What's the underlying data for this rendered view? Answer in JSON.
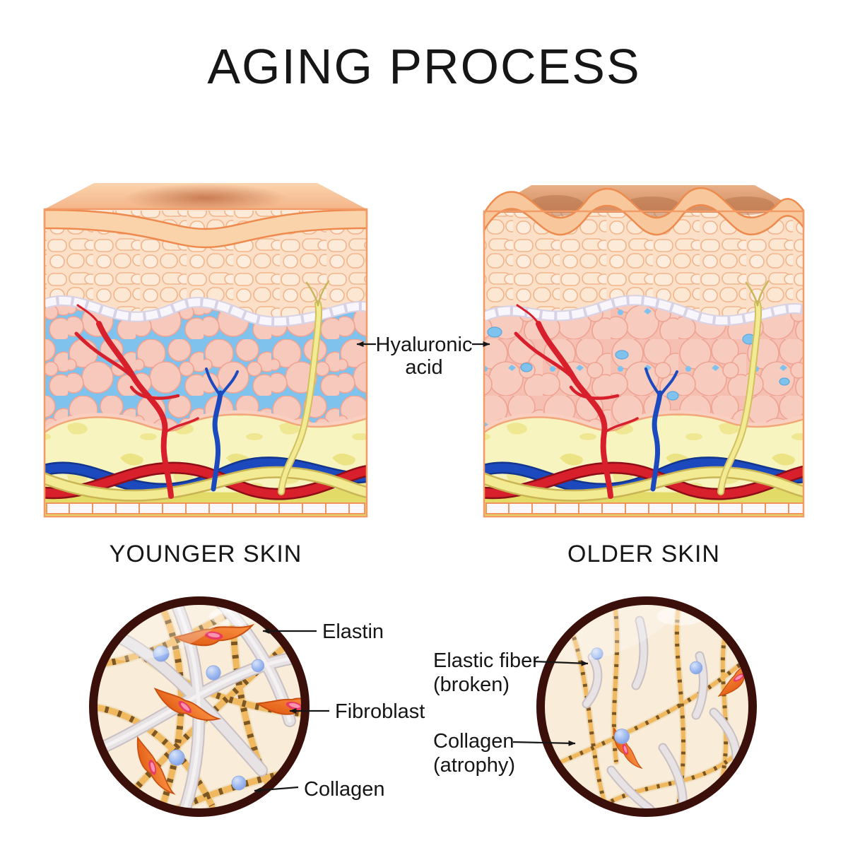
{
  "title": "AGING PROCESS",
  "panels": {
    "younger": {
      "label": "YOUNGER SKIN"
    },
    "older": {
      "label": "OLDER SKIN"
    }
  },
  "annotations": {
    "hyaluronic_acid": {
      "lines": [
        "Hyaluronic",
        "acid"
      ]
    },
    "elastin": {
      "label": "Elastin"
    },
    "fibroblast": {
      "label": "Fibroblast"
    },
    "collagen": {
      "label": "Collagen"
    },
    "elastic_fiber_broken": {
      "lines": [
        "Elastic fiber",
        "(broken)"
      ]
    },
    "collagen_atrophy": {
      "lines": [
        "Collagen",
        "(atrophy)"
      ]
    }
  },
  "colors": {
    "label_text": "#161616",
    "skin_surface_young": "#F9C9A0",
    "skin_surface_old": "#D99B70",
    "epidermis_cell": "#FDEBDA",
    "dermis_pink": "#F7C9BC",
    "hyaluronic_blue": "#7FC2EE",
    "fat_yellow": "#F7F4C0",
    "vessel_red": "#D7202C",
    "vessel_blue": "#1C4ABE",
    "nerve_yellow": "#F3EB94",
    "magnifier_ring": "#3B100B",
    "magnifier_bg": "#F9ECD9",
    "collagen_fiber": "#F1B95F",
    "elastin_fiber": "#E7E2E4",
    "fibroblast_orange": "#F2742E"
  }
}
